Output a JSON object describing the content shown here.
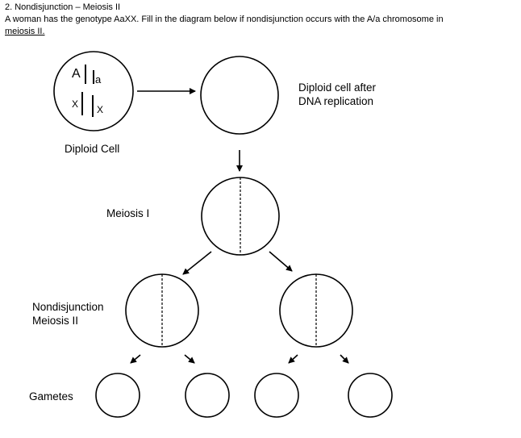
{
  "header": {
    "line1": "2. Nondisjunction – Meiosis II",
    "line2": "A woman has the genotype AaXX.  Fill in the diagram below if nondisjunction occurs with the A/a chromosome in",
    "line3": "meiosis II."
  },
  "labels": {
    "diploid_cell": "Diploid Cell",
    "after_replication_line1": "Diploid cell after",
    "after_replication_line2": "DNA replication",
    "meiosis_1": "Meiosis I",
    "nondisjunction_line1": "Nondisjunction",
    "nondisjunction_line2": "Meiosis II",
    "gametes": "Gametes"
  },
  "chromosome_labels": {
    "big_A": "A",
    "small_a": "a",
    "x_left": "X",
    "x_right": "X"
  },
  "colors": {
    "ink": "#000000",
    "background": "#ffffff"
  }
}
